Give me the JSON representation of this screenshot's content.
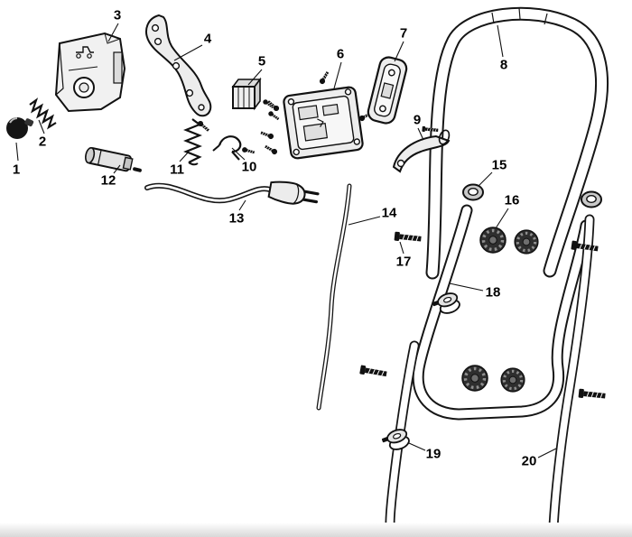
{
  "diagram": {
    "description": "exploded-parts-diagram-handle-assembly",
    "colors": {
      "background": "#ffffff",
      "line": "#111111"
    },
    "callouts": [
      "1",
      "2",
      "3",
      "4",
      "5",
      "6",
      "7",
      "8",
      "9",
      "10",
      "11",
      "12",
      "13",
      "14",
      "15",
      "16",
      "17",
      "18",
      "19",
      "20"
    ]
  }
}
